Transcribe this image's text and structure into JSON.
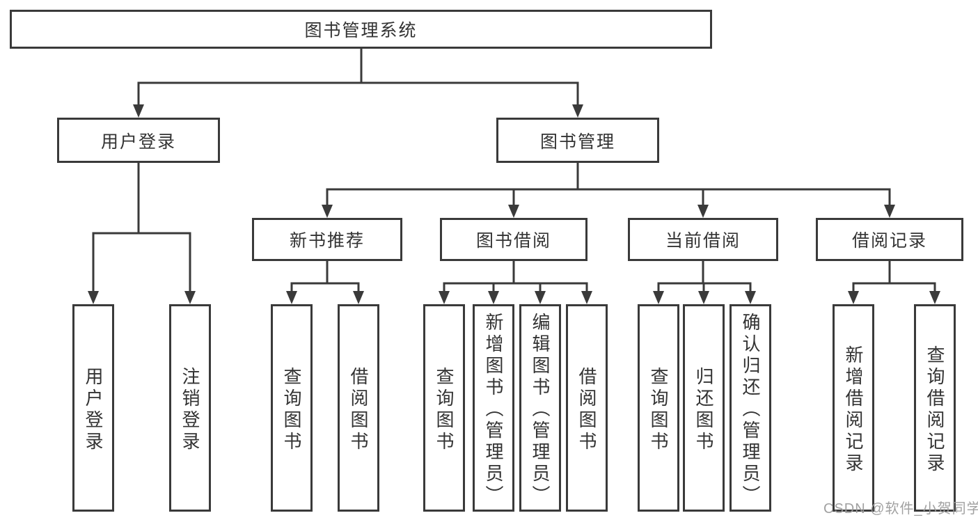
{
  "root_label": "图书管理系统",
  "user_login": {
    "label": "用户登录",
    "leaves": [
      "用户登录",
      "注销登录"
    ]
  },
  "book_management": {
    "label": "图书管理",
    "sections": [
      {
        "label": "新书推荐",
        "leaves": [
          "查询图书",
          "借阅图书"
        ]
      },
      {
        "label": "图书借阅",
        "leaves": [
          "查询图书",
          "新增图书（管理员）",
          "编辑图书（管理员）",
          "借阅图书"
        ]
      },
      {
        "label": "当前借阅",
        "leaves": [
          "查询图书",
          "归还图书",
          "确认归还（管理员）"
        ]
      },
      {
        "label": "借阅记录",
        "leaves": [
          "新增借阅记录",
          "查询借阅记录"
        ]
      }
    ]
  },
  "watermark": "CSDN @软件_小贺同学",
  "colors": {
    "line": "#3a3a3a",
    "text": "#333333",
    "background": "#ffffff",
    "watermark": "#9c9c9c"
  }
}
